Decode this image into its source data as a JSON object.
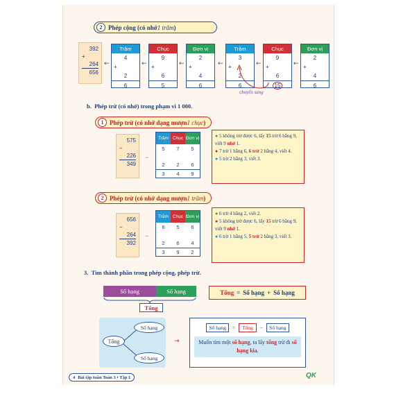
{
  "sec_a2": {
    "num": "2",
    "title": "Phép cộng (có nhớ ",
    "title_it": "1 trăm",
    "title_end": ")"
  },
  "add_stack": {
    "n1": "392",
    "op": "+",
    "n2": "264",
    "result": "656"
  },
  "cols": {
    "tram": "Trăm",
    "chuc": "Chục",
    "donvi": "Đơn vị"
  },
  "add_left": {
    "tram": [
      "4",
      "+",
      "2",
      "6"
    ],
    "chuc": [
      "9",
      "+",
      "6",
      "5"
    ],
    "donvi": [
      "2",
      "+",
      "4",
      "6"
    ]
  },
  "add_right": {
    "tram": [
      "3",
      "+",
      "2",
      "6"
    ],
    "chuc": [
      "9",
      "+",
      "6",
      "15"
    ],
    "donvi": [
      "2",
      "+",
      "4",
      "6"
    ],
    "carry_label": "chuyển sang"
  },
  "sec_b": {
    "letter": "b.",
    "title": "Phép trừ (có nhớ) trong phạm vi 1 000."
  },
  "sub1": {
    "num": "1",
    "title": "Phép trừ (có nhớ dạng mượn ",
    "title_it": "1 chục",
    "title_end": ")",
    "stack": {
      "n1": "575",
      "op": "−",
      "n2": "226",
      "result": "349"
    },
    "minus": "−",
    "headers": [
      "Trăm",
      "Chục",
      "Đơn vị"
    ],
    "rows": [
      [
        "5",
        "7",
        "5"
      ],
      [
        "",
        "",
        ""
      ],
      [
        "2",
        "2",
        "6"
      ],
      [
        "3",
        "4",
        "9"
      ]
    ],
    "notes": [
      [
        "5 không trừ được 6, lấy ",
        "15",
        " trừ 6 bằng 9, viết 9 ",
        "nhớ",
        " 1."
      ],
      [
        "7 trừ 1 bằng 6, ",
        "6 trừ",
        " 2 bằng 4, viết 4."
      ],
      [
        "5 trừ 2 bằng 3, viết 3."
      ]
    ]
  },
  "sub2": {
    "num": "2",
    "title": "Phép trừ (có nhớ dạng mượn ",
    "title_it": "1 trăm",
    "title_end": ")",
    "stack": {
      "n1": "656",
      "op": "−",
      "n2": "264",
      "result": "392"
    },
    "minus": "−",
    "headers": [
      "Trăm",
      "Chục",
      "Đơn vị"
    ],
    "rows": [
      [
        "6",
        "5",
        "6"
      ],
      [
        "",
        "",
        ""
      ],
      [
        "2",
        "6",
        "4"
      ],
      [
        "3",
        "9",
        "2"
      ]
    ],
    "notes": [
      [
        "6 trừ 4 bằng 2, viết 2."
      ],
      [
        "5 không trừ được 6, lấy ",
        "15",
        " trừ 6 bằng 9, viết 9 ",
        "nhớ",
        " 1."
      ],
      [
        "6 trừ 1 bằng 5, ",
        "5 trừ",
        " 2 bằng 3, viết 3."
      ]
    ]
  },
  "sec3": {
    "num": "3.",
    "title": "Tìm thành phần trong phép cộng, phép trừ."
  },
  "bar": {
    "a": "Số hạng",
    "b": "Số hạng",
    "sum": "Tổng"
  },
  "formula": {
    "tong": "Tổng",
    "eq": "=",
    "a": "Số hạng",
    "plus": "+",
    "b": "Số hạng"
  },
  "tree": {
    "root": "Tổng",
    "a": "Số hạng",
    "b": "Số hạng"
  },
  "rule": {
    "a": "Số hạng",
    "eq": "=",
    "tong": "Tổng",
    "minus": "−",
    "b": "Số hạng",
    "text1": "Muốn tìm một ",
    "b1": "số hạng",
    "text2": ", ta lấy ",
    "b2": "tổng",
    "text3": " trừ đi ",
    "b3": "số hạng kia",
    "text4": "."
  },
  "footer": {
    "page": "4",
    "title": "Bài tập tuần Toán 3 • Tập 1",
    "logo": "QK"
  }
}
